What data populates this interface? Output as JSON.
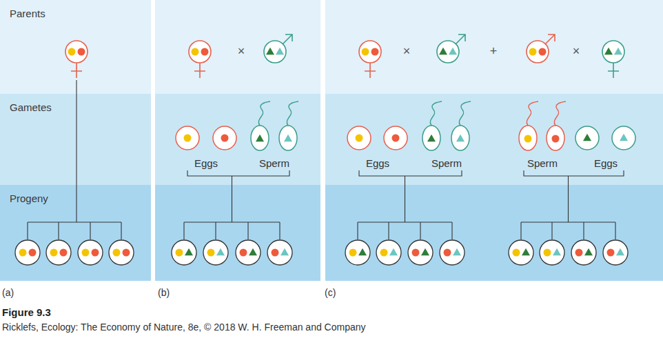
{
  "diagram": {
    "caption": "Figure 9.3",
    "nodes": [
      {
        "text": [
          "Parents"
        ]
      },
      {
        "text": [
          "Gametes"
        ]
      },
      {
        "text": [
          "Progeny"
        ]
      }
    ],
    "labels": [
      "×",
      "×",
      "+",
      "×",
      "Eggs",
      "Sperm",
      "Eggs",
      "Sperm",
      "Sperm",
      "Eggs",
      "(a)",
      "(b)",
      "(c)",
      "Ricklefs, Ecology: The Economy of Nature, 8e, © 2018 W. H. Freeman and Company"
    ]
  }
}
